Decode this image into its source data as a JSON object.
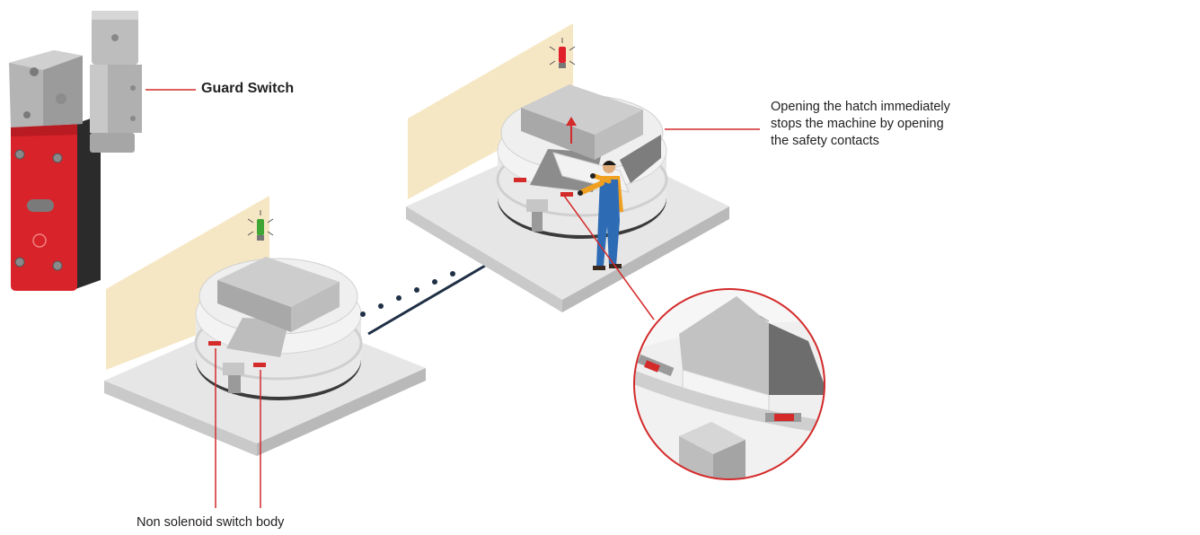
{
  "labels": {
    "guard_switch": "Guard Switch",
    "hatch_note": [
      "Opening the hatch immediately",
      "stops the machine by opening",
      "the safety contacts"
    ],
    "switch_body": "Non solenoid switch body"
  },
  "colors": {
    "callout_line": "#d42a2a",
    "switch_red": "#d8232a",
    "switch_metal": "#a9a9a9",
    "platform": "#e8e8e8",
    "wall": "#f6e7c4",
    "connector": "#1f2f45",
    "lamp_green": "#3fa535",
    "lamp_red": "#e0202a",
    "worker_shirt": "#f0a020",
    "worker_overalls": "#2d6bb5"
  },
  "indicators": {
    "left_machine_lamp": "green",
    "right_machine_lamp": "red"
  }
}
